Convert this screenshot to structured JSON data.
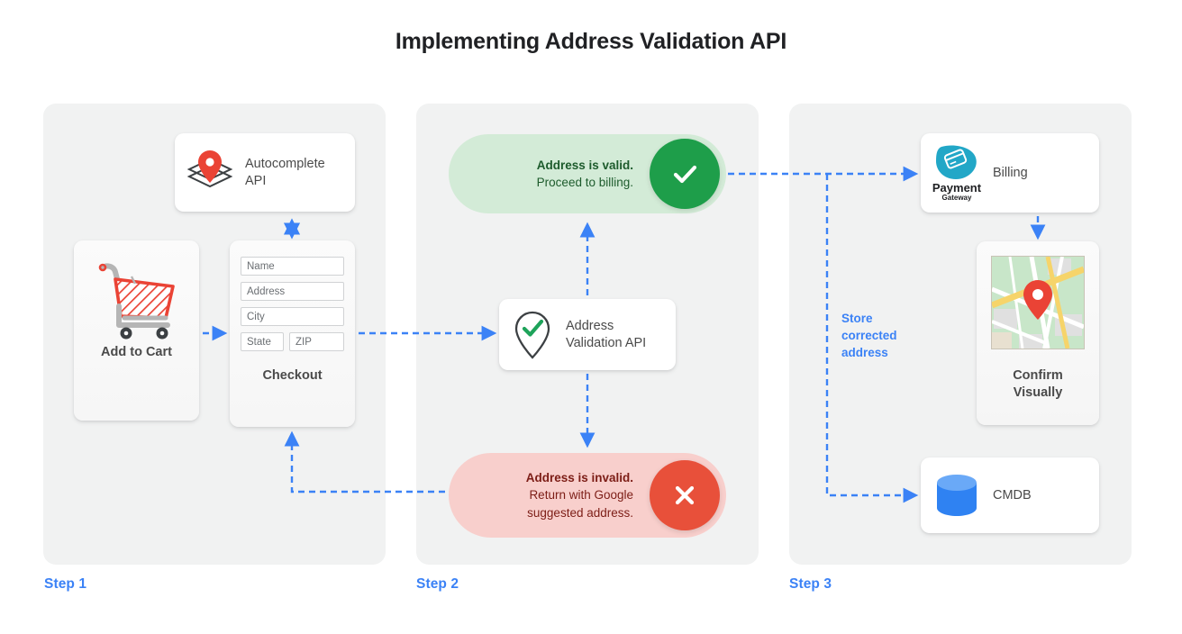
{
  "page": {
    "title": "Implementing Address Validation API",
    "background": "#ffffff",
    "accent_blue": "#3b82f6",
    "panel_bg": "#f1f2f2"
  },
  "steps": [
    {
      "label": "Step 1"
    },
    {
      "label": "Step 2"
    },
    {
      "label": "Step 3"
    }
  ],
  "step1": {
    "autocomplete_card": {
      "label_line1": "Autocomplete",
      "label_line2": "API",
      "icon": "map-pin-diamond-icon"
    },
    "cart_card": {
      "label": "Add to Cart",
      "icon": "shopping-cart-icon"
    },
    "checkout_card": {
      "label": "Checkout",
      "fields": [
        {
          "name": "name-field",
          "value": "Name"
        },
        {
          "name": "address-field",
          "value": "Address"
        },
        {
          "name": "city-field",
          "value": "City"
        },
        {
          "name": "state-field",
          "value": "State"
        },
        {
          "name": "zip-field",
          "value": "ZIP"
        }
      ]
    }
  },
  "step2": {
    "valid_pill": {
      "headline": "Address is valid.",
      "detail": "Proceed to billing.",
      "icon": "check-circle-icon",
      "badge_color": "#1e9e4a",
      "pill_color": "#d3ebd7",
      "text_color": "#1d5b2c"
    },
    "validation_card": {
      "label_line1": "Address",
      "label_line2": "Validation API",
      "icon": "pin-check-icon"
    },
    "invalid_pill": {
      "headline": "Address is invalid.",
      "detail_line1": "Return with Google",
      "detail_line2": "suggested address.",
      "icon": "x-circle-icon",
      "badge_color": "#e8503a",
      "pill_color": "#f8cfcc",
      "text_color": "#7c1d16"
    }
  },
  "step3": {
    "billing_card": {
      "label": "Billing",
      "logo_line1": "Payment",
      "logo_line2": "Gateway",
      "icon": "payment-gateway-logo"
    },
    "confirm_card": {
      "label_line1": "Confirm",
      "label_line2": "Visually",
      "icon": "map-thumbnail-icon"
    },
    "cmdb_card": {
      "label": "CMDB",
      "icon": "database-cylinder-icon"
    },
    "store_note": {
      "line1": "Store",
      "line2": "corrected",
      "line3": "address"
    }
  }
}
